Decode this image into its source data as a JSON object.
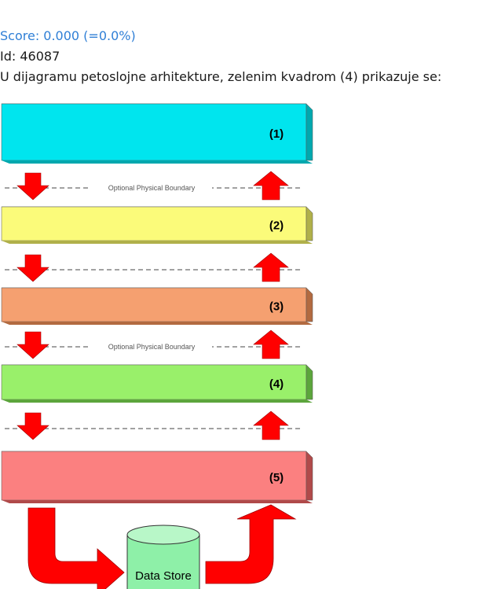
{
  "header": {
    "score": "Score: 0.000 (=0.0%)",
    "id_line": "Id: 46087",
    "question": "U dijagramu petoslojne arhitekture, zelenim kvadrom (4) prikazuje se:"
  },
  "diagram": {
    "layers": [
      {
        "label": "(1)",
        "front": "#00e5ee",
        "top": "#62f2f4",
        "side": "#00a8ae"
      },
      {
        "label": "(2)",
        "front": "#fbfb7a",
        "top": "#fdfdb8",
        "side": "#b0b04a"
      },
      {
        "label": "(3)",
        "front": "#f5a070",
        "top": "#f8c2a1",
        "side": "#b26a40"
      },
      {
        "label": "(4)",
        "front": "#99f06a",
        "top": "#c3f6a6",
        "side": "#5ca53c"
      },
      {
        "label": "(5)",
        "front": "#fb8080",
        "top": "#fcb3b3",
        "side": "#b04a4a"
      }
    ],
    "boundaries": [
      {
        "label": "Optional Physical Boundary"
      },
      {
        "label": ""
      },
      {
        "label": "Optional Physical Boundary"
      },
      {
        "label": ""
      }
    ],
    "data_store": {
      "label": "Data Store",
      "color": "#8ef0a8"
    },
    "arrow_color": "#ff0000"
  }
}
